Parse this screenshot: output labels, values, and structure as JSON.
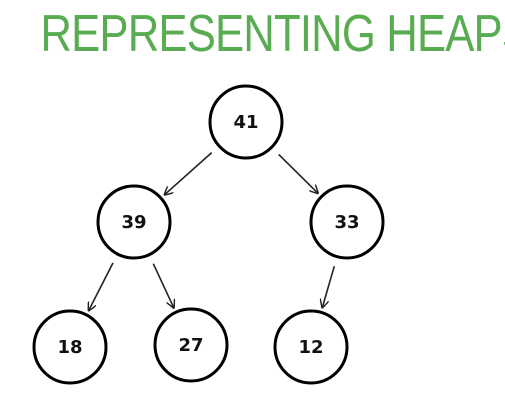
{
  "title": "REPRESENTING HEAPS",
  "colors": {
    "title": "#5aac52",
    "node_stroke": "#000000",
    "node_fill": "#ffffff",
    "edge": "#222222"
  },
  "heap": {
    "nodes": [
      {
        "id": "root",
        "label": "41"
      },
      {
        "id": "left",
        "label": "39"
      },
      {
        "id": "right",
        "label": "33"
      },
      {
        "id": "left-left",
        "label": "18"
      },
      {
        "id": "left-right",
        "label": "27"
      },
      {
        "id": "right-left",
        "label": "12"
      }
    ],
    "edges": [
      {
        "from": "root",
        "to": "left"
      },
      {
        "from": "root",
        "to": "right"
      },
      {
        "from": "left",
        "to": "left-left"
      },
      {
        "from": "left",
        "to": "left-right"
      },
      {
        "from": "right",
        "to": "right-left"
      }
    ]
  }
}
